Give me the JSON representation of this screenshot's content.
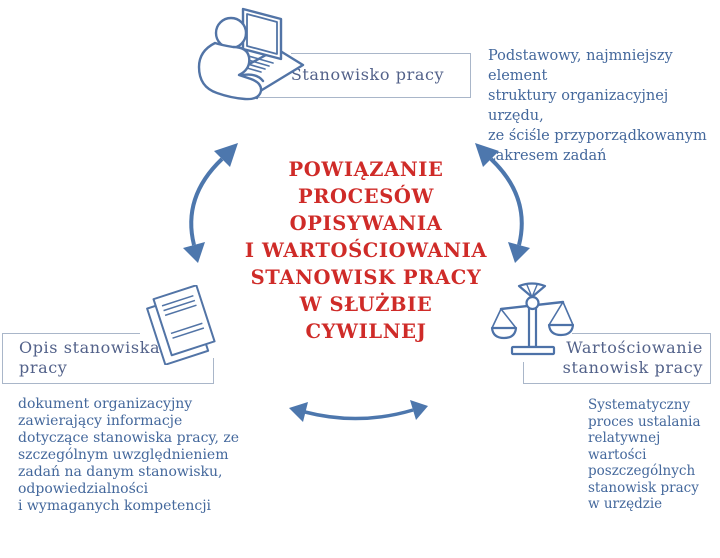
{
  "diagram": {
    "center_title": "POWIĄZANIE\nPROCESÓW\nOPISYWANIA\nI WARTOŚCIOWANIA\nSTANOWISK PRACY\nW SŁUŻBIE\nCYWILNEJ",
    "nodes": {
      "stanowisko": {
        "label": "Stanowisko pracy",
        "icon": "person-at-computer-icon",
        "description": "Podstawowy, najmniejszy element\nstruktury organizacyjnej urzędu,\nze ściśle przyporządkowanym\nzakresem zadań"
      },
      "opis": {
        "label": "Opis stanowiska\npracy",
        "icon": "documents-icon",
        "description": "dokument organizacyjny\nzawierający informacje\ndotyczące stanowiska pracy, ze\nszczególnym uwzględnieniem\nzadań na danym stanowisku,\nodpowiedzialności\ni wymaganych kompetencji"
      },
      "wartosciowanie": {
        "label": "Wartościowanie\nstanowisk pracy",
        "icon": "scales-icon",
        "description": "Systematyczny\nproces ustalania\nrelatywnej wartości\nposzczególnych\nstanowisk pracy\nw urzędzie"
      }
    },
    "colors": {
      "title_red": "#cf2b28",
      "arrow_blue": "#4d77ad",
      "icon_blue": "#5274a6",
      "box_border": "#a9b6c9",
      "label_blue_gray": "#53628a",
      "description_blue": "#44689c",
      "background": "#ffffff"
    }
  }
}
